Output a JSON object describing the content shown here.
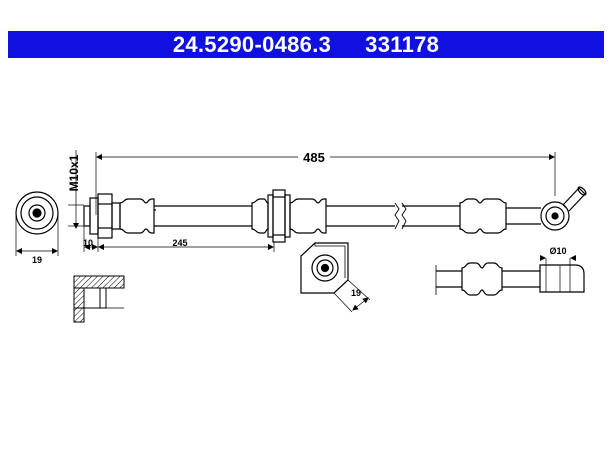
{
  "header": {
    "part_number": "24.5290-0486.3",
    "ref_number": "331178",
    "background_color": "#1010e0",
    "text_color": "#ffffff"
  },
  "dimensions": {
    "overall_length": "485",
    "thread": "M10x1",
    "fitting_width_left": "19",
    "fitting_length": "10",
    "bracket_position": "245",
    "bracket_width": "19",
    "banjo_bore": "Ø10"
  }
}
